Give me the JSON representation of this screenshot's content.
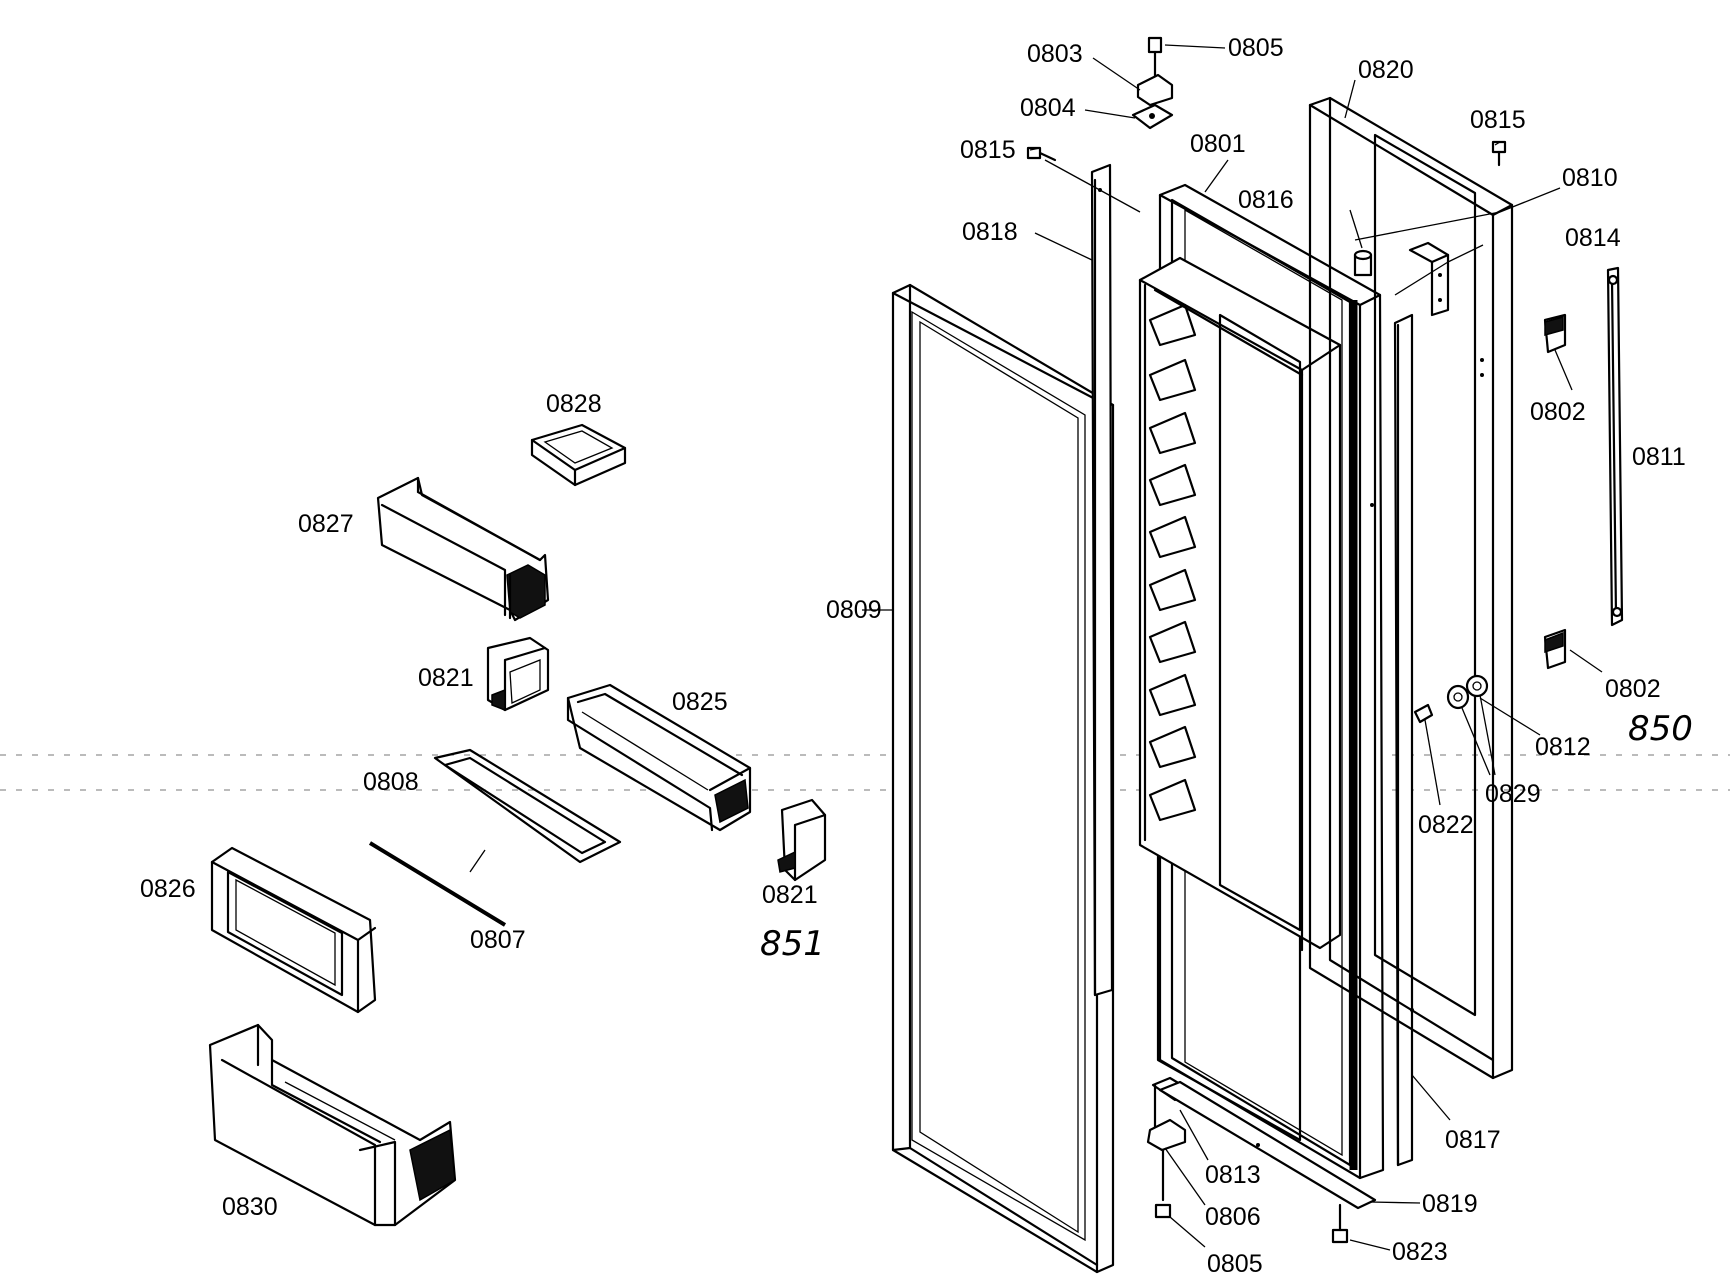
{
  "labels": [
    {
      "id": "0803",
      "text": "0803"
    },
    {
      "id": "0805a",
      "text": "0805"
    },
    {
      "id": "0820",
      "text": "0820"
    },
    {
      "id": "0804",
      "text": "0804"
    },
    {
      "id": "0815a",
      "text": "0815"
    },
    {
      "id": "0815b",
      "text": "0815"
    },
    {
      "id": "0801",
      "text": "0801"
    },
    {
      "id": "0810",
      "text": "0810"
    },
    {
      "id": "0816",
      "text": "0816"
    },
    {
      "id": "0818",
      "text": "0818"
    },
    {
      "id": "0814",
      "text": "0814"
    },
    {
      "id": "0828",
      "text": "0828"
    },
    {
      "id": "0802a",
      "text": "0802"
    },
    {
      "id": "0811",
      "text": "0811"
    },
    {
      "id": "0827",
      "text": "0827"
    },
    {
      "id": "0809",
      "text": "0809"
    },
    {
      "id": "0821a",
      "text": "0821"
    },
    {
      "id": "0825",
      "text": "0825"
    },
    {
      "id": "0802b",
      "text": "0802"
    },
    {
      "id": "0812",
      "text": "0812"
    },
    {
      "id": "0808",
      "text": "0808"
    },
    {
      "id": "0829",
      "text": "0829"
    },
    {
      "id": "0822",
      "text": "0822"
    },
    {
      "id": "0821b",
      "text": "0821"
    },
    {
      "id": "0826",
      "text": "0826"
    },
    {
      "id": "0807",
      "text": "0807"
    },
    {
      "id": "0817",
      "text": "0817"
    },
    {
      "id": "0813",
      "text": "0813"
    },
    {
      "id": "0830",
      "text": "0830"
    },
    {
      "id": "0806",
      "text": "0806"
    },
    {
      "id": "0819",
      "text": "0819"
    },
    {
      "id": "0823",
      "text": "0823"
    },
    {
      "id": "0805b",
      "text": "0805"
    }
  ],
  "handwritten": {
    "left": "851",
    "right": "850"
  }
}
